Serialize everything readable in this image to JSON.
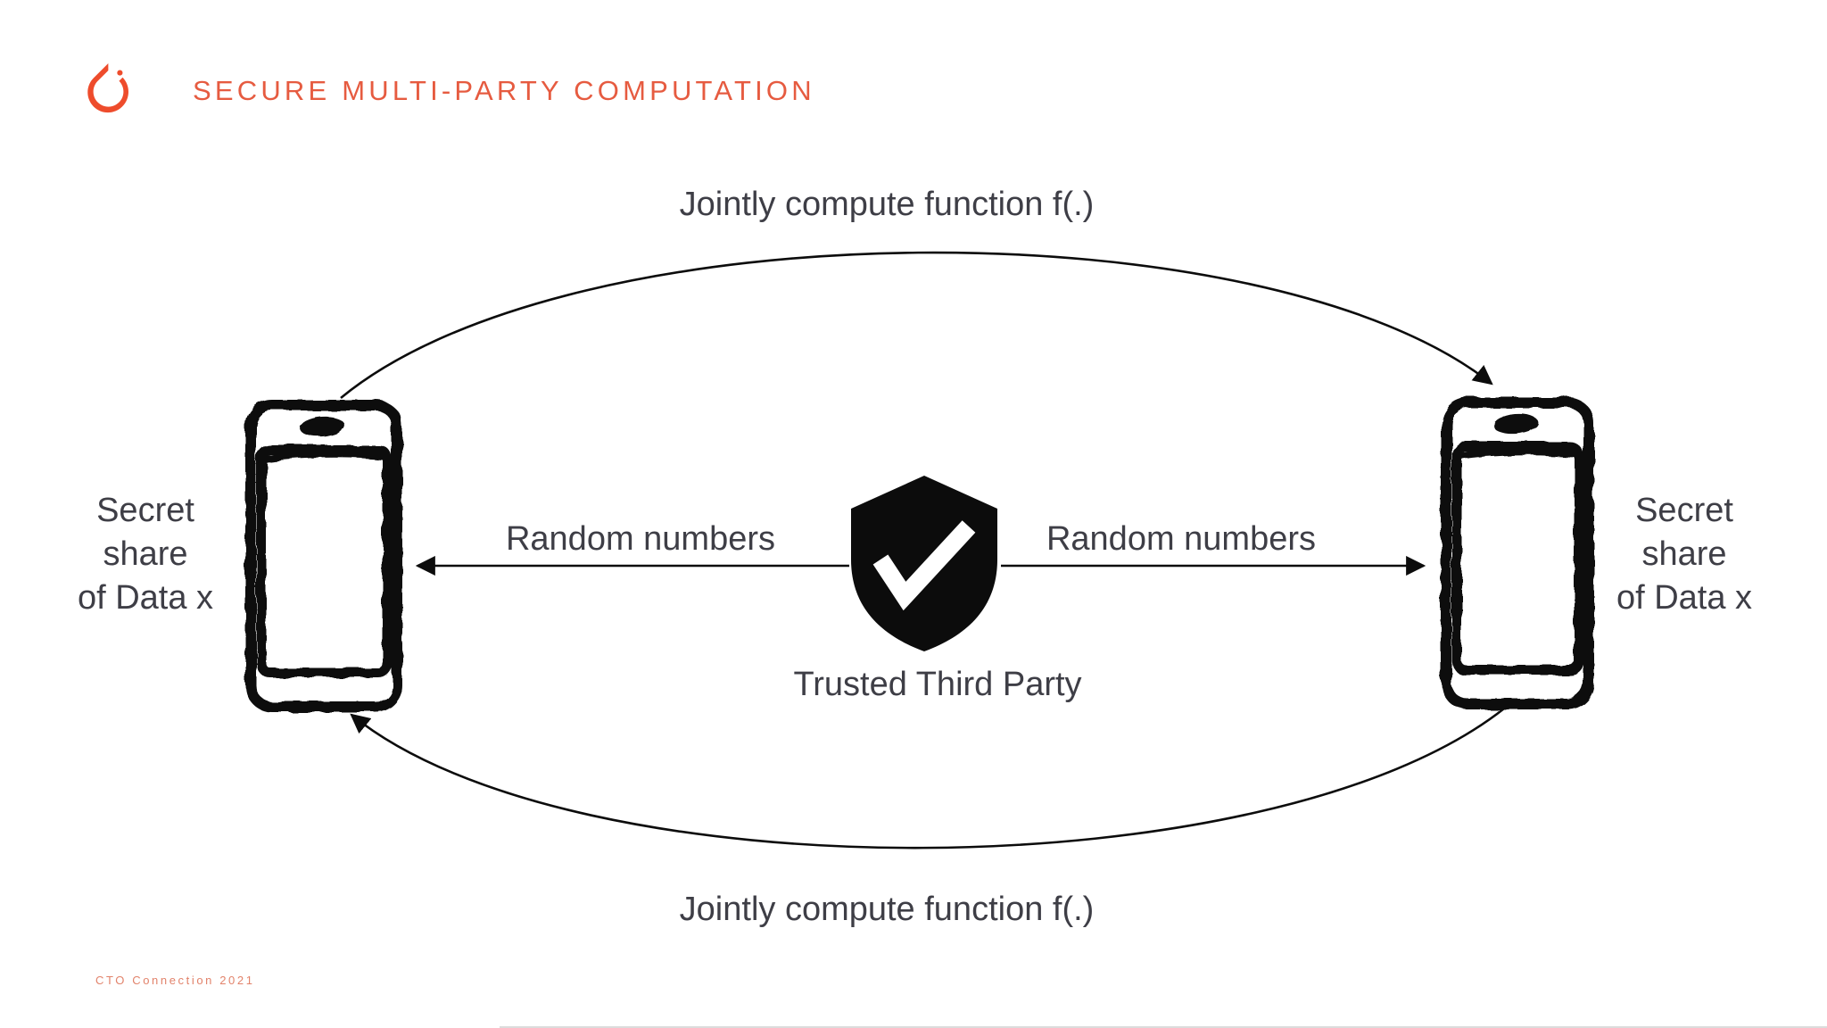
{
  "slide": {
    "title": "SECURE MULTI-PARTY COMPUTATION",
    "footer": "CTO Connection 2021"
  },
  "diagram": {
    "top_flow_label": "Jointly compute function f(.)",
    "bottom_flow_label": "Jointly compute function f(.)",
    "left_random_label": "Random numbers",
    "right_random_label": "Random numbers",
    "trusted_party_label": "Trusted Third Party",
    "left_party_caption": "Secret\nshare\nof Data x",
    "right_party_caption": "Secret\nshare\nof Data x"
  },
  "icons": {
    "logo": "pytorch-flame-icon",
    "center": "shield-check-icon",
    "left_party": "phone-icon",
    "right_party": "phone-icon"
  },
  "colors": {
    "logo": "#ee4c2c",
    "accent_title": "#e65b40",
    "footer": "#e2836b",
    "text": "#3e3e46",
    "ink": "#0c0c0c",
    "background": "#ffffff"
  }
}
